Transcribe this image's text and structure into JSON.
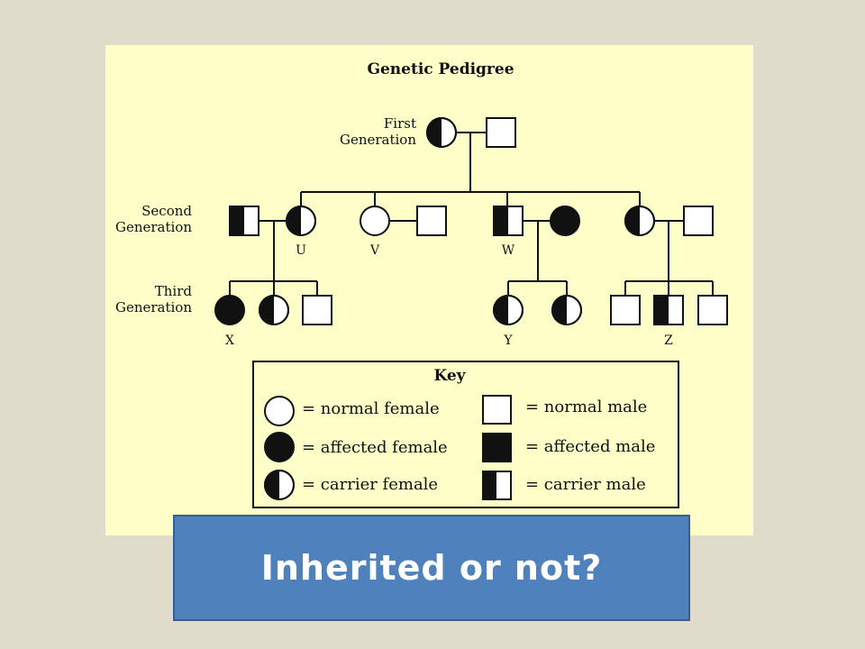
{
  "pedigree": {
    "title": "Genetic Pedigree",
    "generations": {
      "first": [
        "First",
        "Generation"
      ],
      "second": [
        "Second",
        "Generation"
      ],
      "third": [
        "Third",
        "Generation"
      ]
    },
    "individual_labels": {
      "u": "U",
      "v": "V",
      "w": "W",
      "x": "X",
      "y": "Y",
      "z": "Z"
    }
  },
  "key": {
    "title": "Key",
    "items": {
      "normal_female": "= normal female",
      "affected_female": "= affected female",
      "carrier_female": "= carrier female",
      "normal_male": "= normal male",
      "affected_male": "= affected male",
      "carrier_male": "= carrier male"
    }
  },
  "banner": {
    "text": "Inherited or not?"
  },
  "colors": {
    "slide_bg": "#e0dccb",
    "panel_bg": "#fefec8",
    "banner_bg": "#4f81bd",
    "banner_text": "#ffffff"
  }
}
